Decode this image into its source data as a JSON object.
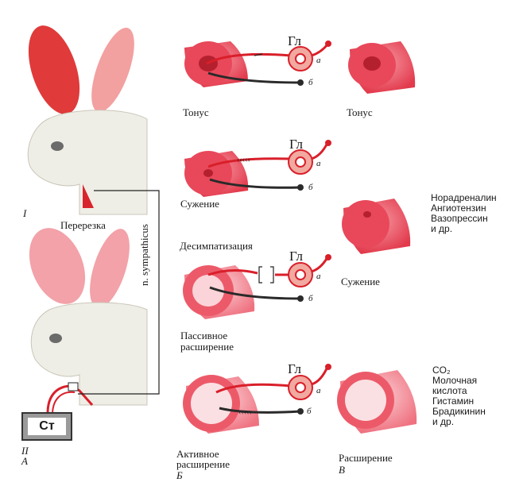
{
  "left": {
    "roman_1": "I",
    "roman_2": "II",
    "letter_a": "А",
    "cut_label": "Перерезка",
    "nerve_label": "n. sympathicus",
    "stimulator_label": "Ст"
  },
  "middle": {
    "gl": "Гл",
    "a": "а",
    "b": "б",
    "tonus": "Тонус",
    "constriction": "Сужение",
    "desympathization": "Десимпатизация",
    "passive_1": "Пассивное",
    "passive_2": "расширение",
    "active_1": "Активное",
    "active_2": "расширение",
    "letter": "Б"
  },
  "right": {
    "tonus": "Тонус",
    "constriction": "Сужение",
    "dilation": "Расширение",
    "letter": "В",
    "constrictors": [
      "Норадреналин",
      "Ангиотензин",
      "Вазопрессин",
      "и др."
    ],
    "dilators": [
      "CO₂",
      "Молочная",
      "кислота",
      "Гистамин",
      "Брадикинин",
      "и др."
    ]
  },
  "colors": {
    "vessel": "#e8485a",
    "vessel_light": "#f7a3ac",
    "nerve_red": "#d91f2a",
    "nerve_dark": "#2a2a2a",
    "ganglion": "#f1a9a0"
  }
}
